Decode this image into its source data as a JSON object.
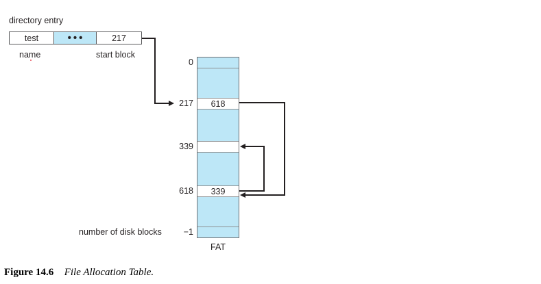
{
  "figure": {
    "number_label": "Figure 14.6",
    "title": "File Allocation Table."
  },
  "directory_entry": {
    "heading": "directory entry",
    "cells": [
      {
        "value": "test",
        "kind": "name"
      },
      {
        "value": "•••",
        "kind": "ellipsis"
      },
      {
        "value": "217",
        "kind": "start-block"
      }
    ],
    "labels": {
      "name": "name",
      "start_block": "start block"
    }
  },
  "fat": {
    "caption": "FAT",
    "bottom_label": "number of disk blocks",
    "index_labels": [
      "0",
      "217",
      "339",
      "618",
      "−1"
    ],
    "rows": [
      {
        "index": "0",
        "value": "",
        "filled": false
      },
      {
        "index": "217",
        "value": "618",
        "filled": true
      },
      {
        "index": "339",
        "value": "",
        "filled": true
      },
      {
        "index": "618",
        "value": "339",
        "filled": true
      },
      {
        "index": "−1",
        "value": "",
        "filled": false
      }
    ]
  },
  "colors": {
    "block_fill": "#bde7f7",
    "line": "#231f20",
    "border": "#6d6e71",
    "empty_fill": "#ffffff"
  }
}
